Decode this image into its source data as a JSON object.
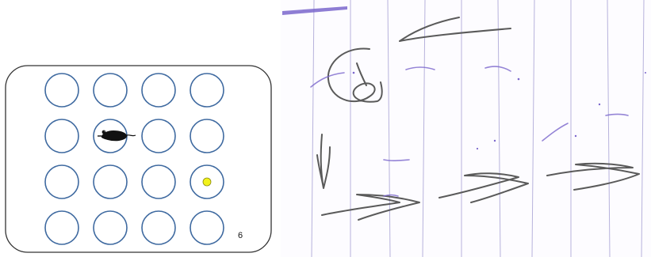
{
  "maze": {
    "trial_number": "6",
    "grid_rows": 4,
    "grid_cols": 4,
    "mouse_cell": {
      "row": 2,
      "col": 2
    },
    "target_cell": {
      "row": 3,
      "col": 4
    },
    "colors": {
      "circle": "#3f6aa0",
      "border": "#333333",
      "target": "#f2f21a",
      "target_outline": "#8a8a10",
      "mouse": "#111111"
    },
    "icons": {
      "mouse": "mouse-icon",
      "target": "target-dot-icon"
    }
  },
  "paper": {
    "colors": {
      "paper": "#fdfcff",
      "rule_lines": "#b7b2dc",
      "pencil": "#5a5a5a",
      "ink": "#7a66cc"
    }
  }
}
